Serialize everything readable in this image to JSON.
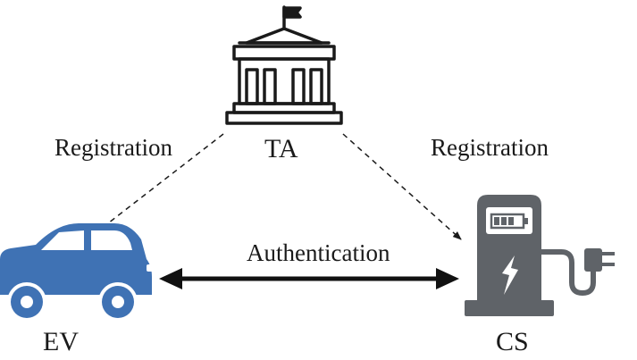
{
  "nodes": {
    "ta": {
      "label": "TA",
      "icon": "government-building-icon"
    },
    "ev": {
      "label": "EV",
      "icon": "car-icon",
      "color": "#3f72b4"
    },
    "cs": {
      "label": "CS",
      "icon": "charging-station-icon",
      "color": "#5f6368"
    }
  },
  "edges": {
    "registration_left": {
      "label": "Registration",
      "style": "dashed"
    },
    "registration_right": {
      "label": "Registration",
      "style": "dashed"
    },
    "authentication": {
      "label": "Authentication",
      "style": "solid-bidirectional"
    }
  }
}
